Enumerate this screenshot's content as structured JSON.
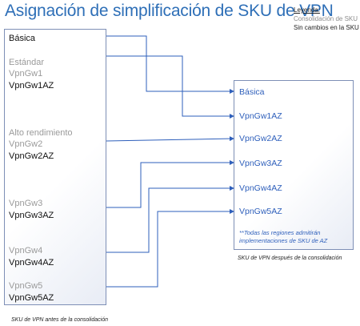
{
  "title": "Asignación de simplificación de SKU de VPN",
  "legend": {
    "heading": "Leyenda:",
    "consolidation": "Consolidación de SKU",
    "no_change": "Sin cambios en la SKU"
  },
  "left": {
    "basic": "Básica",
    "standard_group": "Estándar",
    "vpngw1": "VpnGw1",
    "vpngw1az": "VpnGw1AZ",
    "high_perf_group": "Alto rendimiento",
    "vpngw2": "VpnGw2",
    "vpngw2az": "VpnGw2AZ",
    "vpngw3": "VpnGw3",
    "vpngw3az": "VpnGw3AZ",
    "vpngw4": "VpnGw4",
    "vpngw4az": "VpnGw4AZ",
    "vpngw5": "VpnGw5",
    "vpngw5az": "VpnGw5AZ",
    "caption": "SKU de VPN antes de la consolidación"
  },
  "right": {
    "basic": "Básica",
    "vpngw1az": "VpnGw1AZ",
    "vpngw2az": "VpnGw2AZ",
    "vpngw3az": "VpnGw3AZ",
    "vpngw4az": "VpnGw4AZ",
    "vpngw5az": "VpnGw5AZ",
    "note": "**Todas las regiones admitirán implementaciones de SKU de AZ",
    "caption": "SKU de VPN después de la consolidación"
  }
}
